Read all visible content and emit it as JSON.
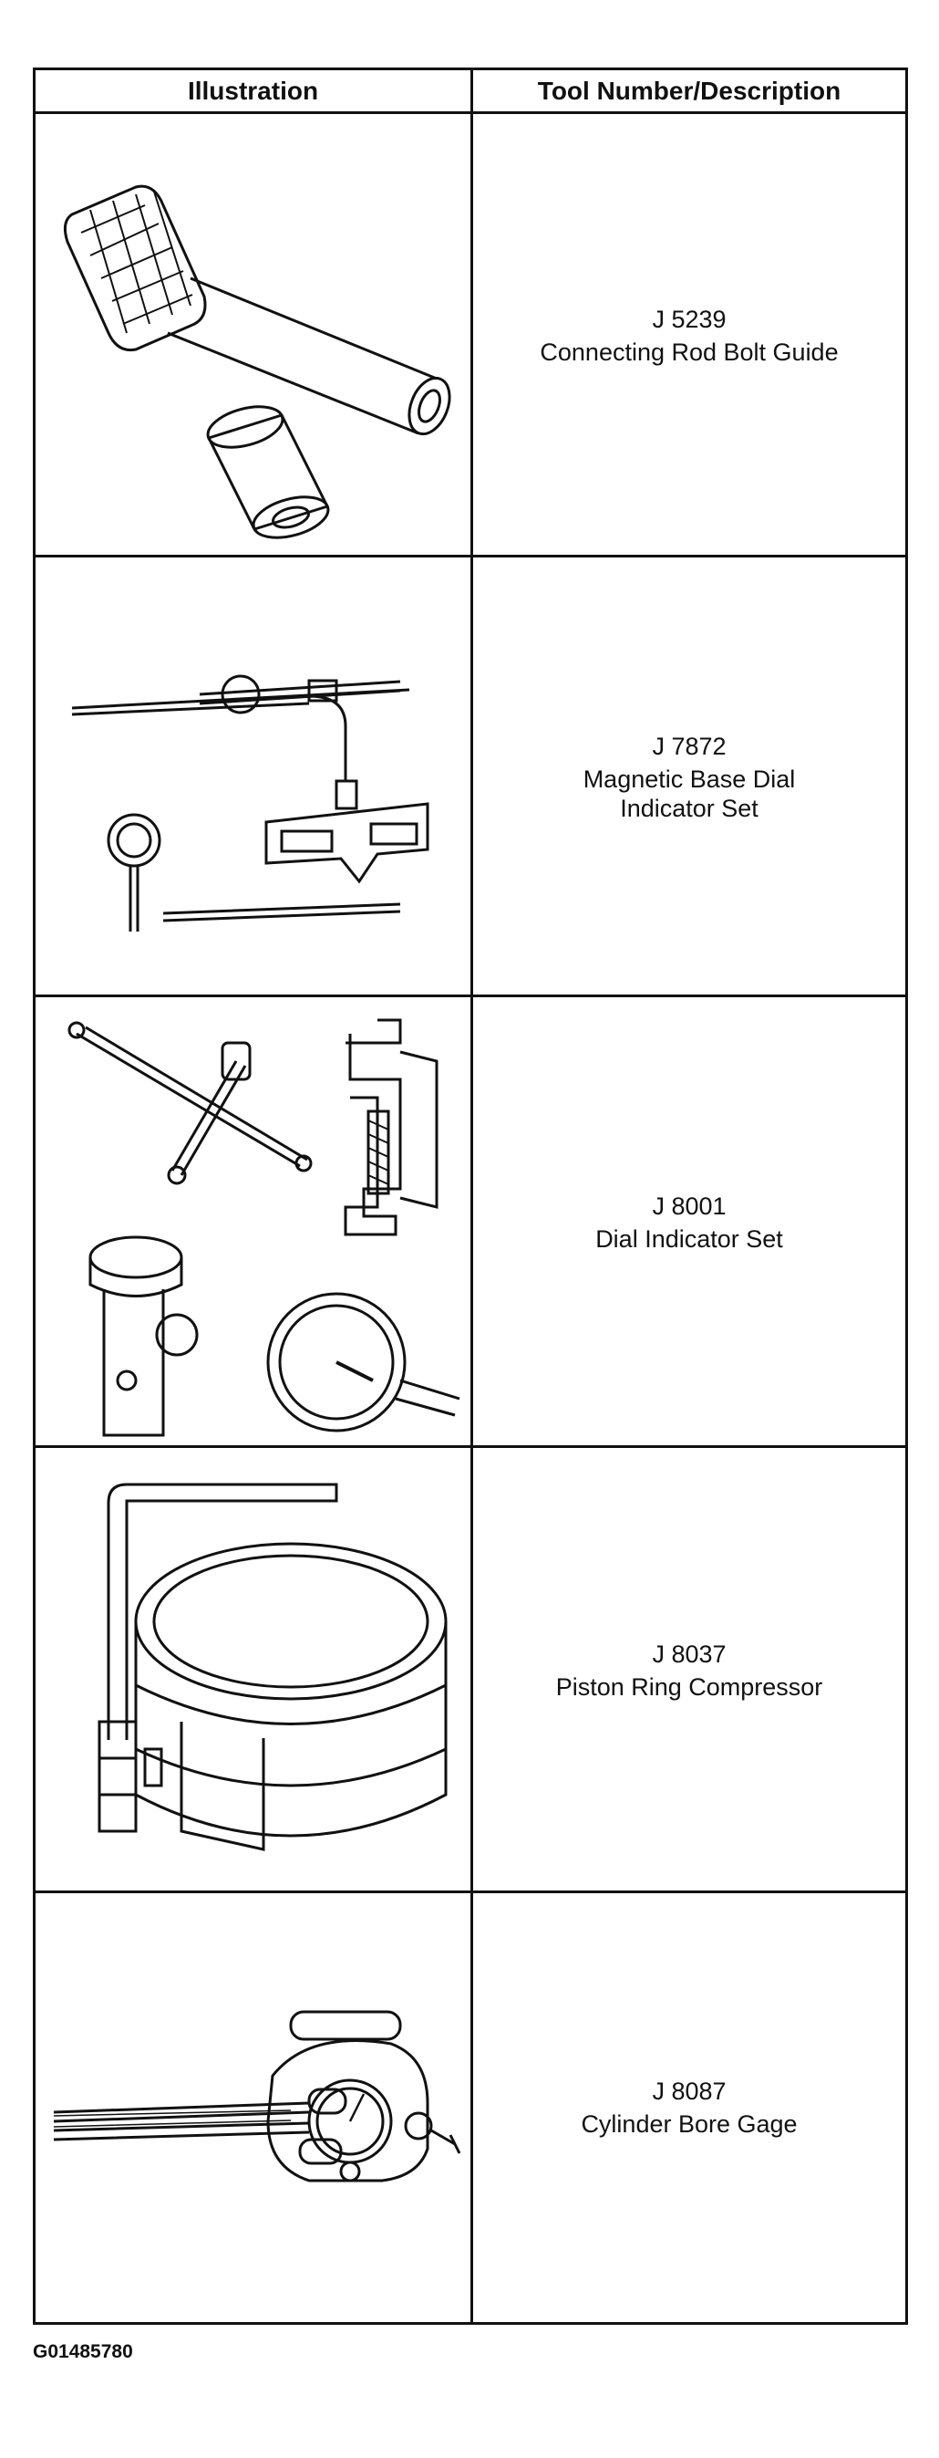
{
  "table": {
    "header_illustration": "Illustration",
    "header_description": "Tool Number/Description"
  },
  "tools": [
    {
      "number": "J 5239",
      "description": "Connecting Rod Bolt Guide",
      "icon": "bolt-guide-icon"
    },
    {
      "number": "J 7872",
      "description": "Magnetic Base Dial Indicator Set",
      "icon": "magnetic-base-dial-indicator-icon"
    },
    {
      "number": "J 8001",
      "description": "Dial Indicator Set",
      "icon": "dial-indicator-set-icon"
    },
    {
      "number": "J 8037",
      "description": "Piston Ring Compressor",
      "icon": "piston-ring-compressor-icon"
    },
    {
      "number": "J 8087",
      "description": "Cylinder Bore Gage",
      "icon": "cylinder-bore-gage-icon"
    }
  ],
  "figure_id": "G01485780"
}
